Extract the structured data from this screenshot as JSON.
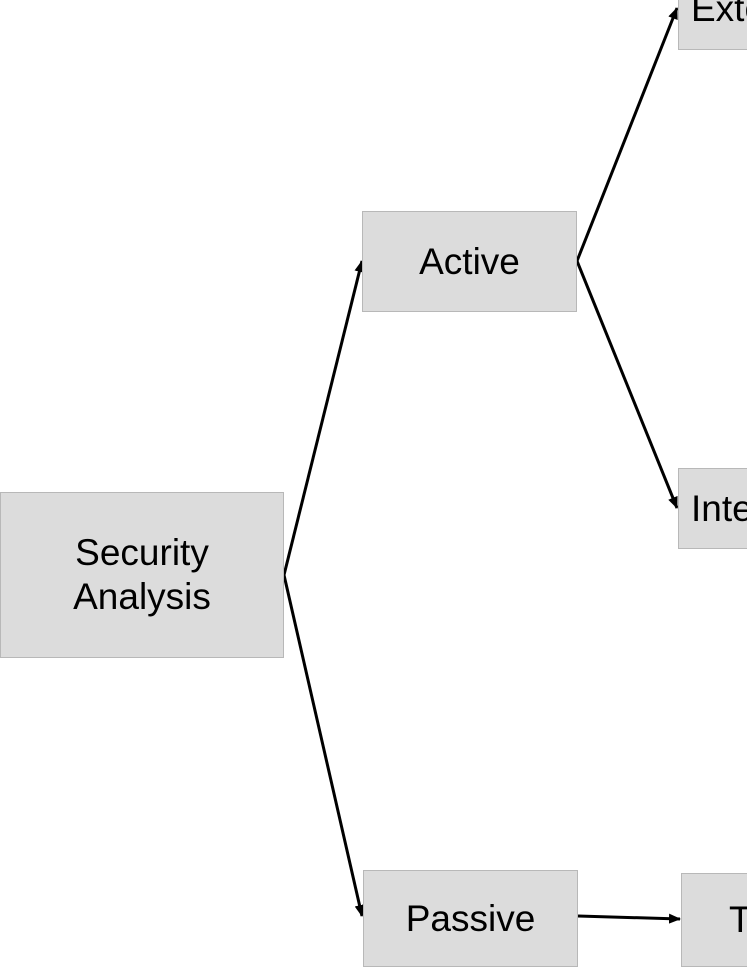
{
  "diagram": {
    "type": "tree",
    "nodes": [
      {
        "id": "root",
        "label": "Security\nAnalysis"
      },
      {
        "id": "active",
        "label": "Active"
      },
      {
        "id": "passive",
        "label": "Passive"
      },
      {
        "id": "external",
        "label": "Exte"
      },
      {
        "id": "internal",
        "label": "Inte"
      },
      {
        "id": "t",
        "label": "T"
      }
    ],
    "edges": [
      {
        "from": "root",
        "to": "active"
      },
      {
        "from": "root",
        "to": "passive"
      },
      {
        "from": "active",
        "to": "external"
      },
      {
        "from": "active",
        "to": "internal"
      },
      {
        "from": "passive",
        "to": "t"
      }
    ],
    "colors": {
      "node_fill": "#dcdcdc",
      "node_border": "#b8b8b8",
      "edge": "#000000",
      "background": "#ffffff"
    }
  }
}
